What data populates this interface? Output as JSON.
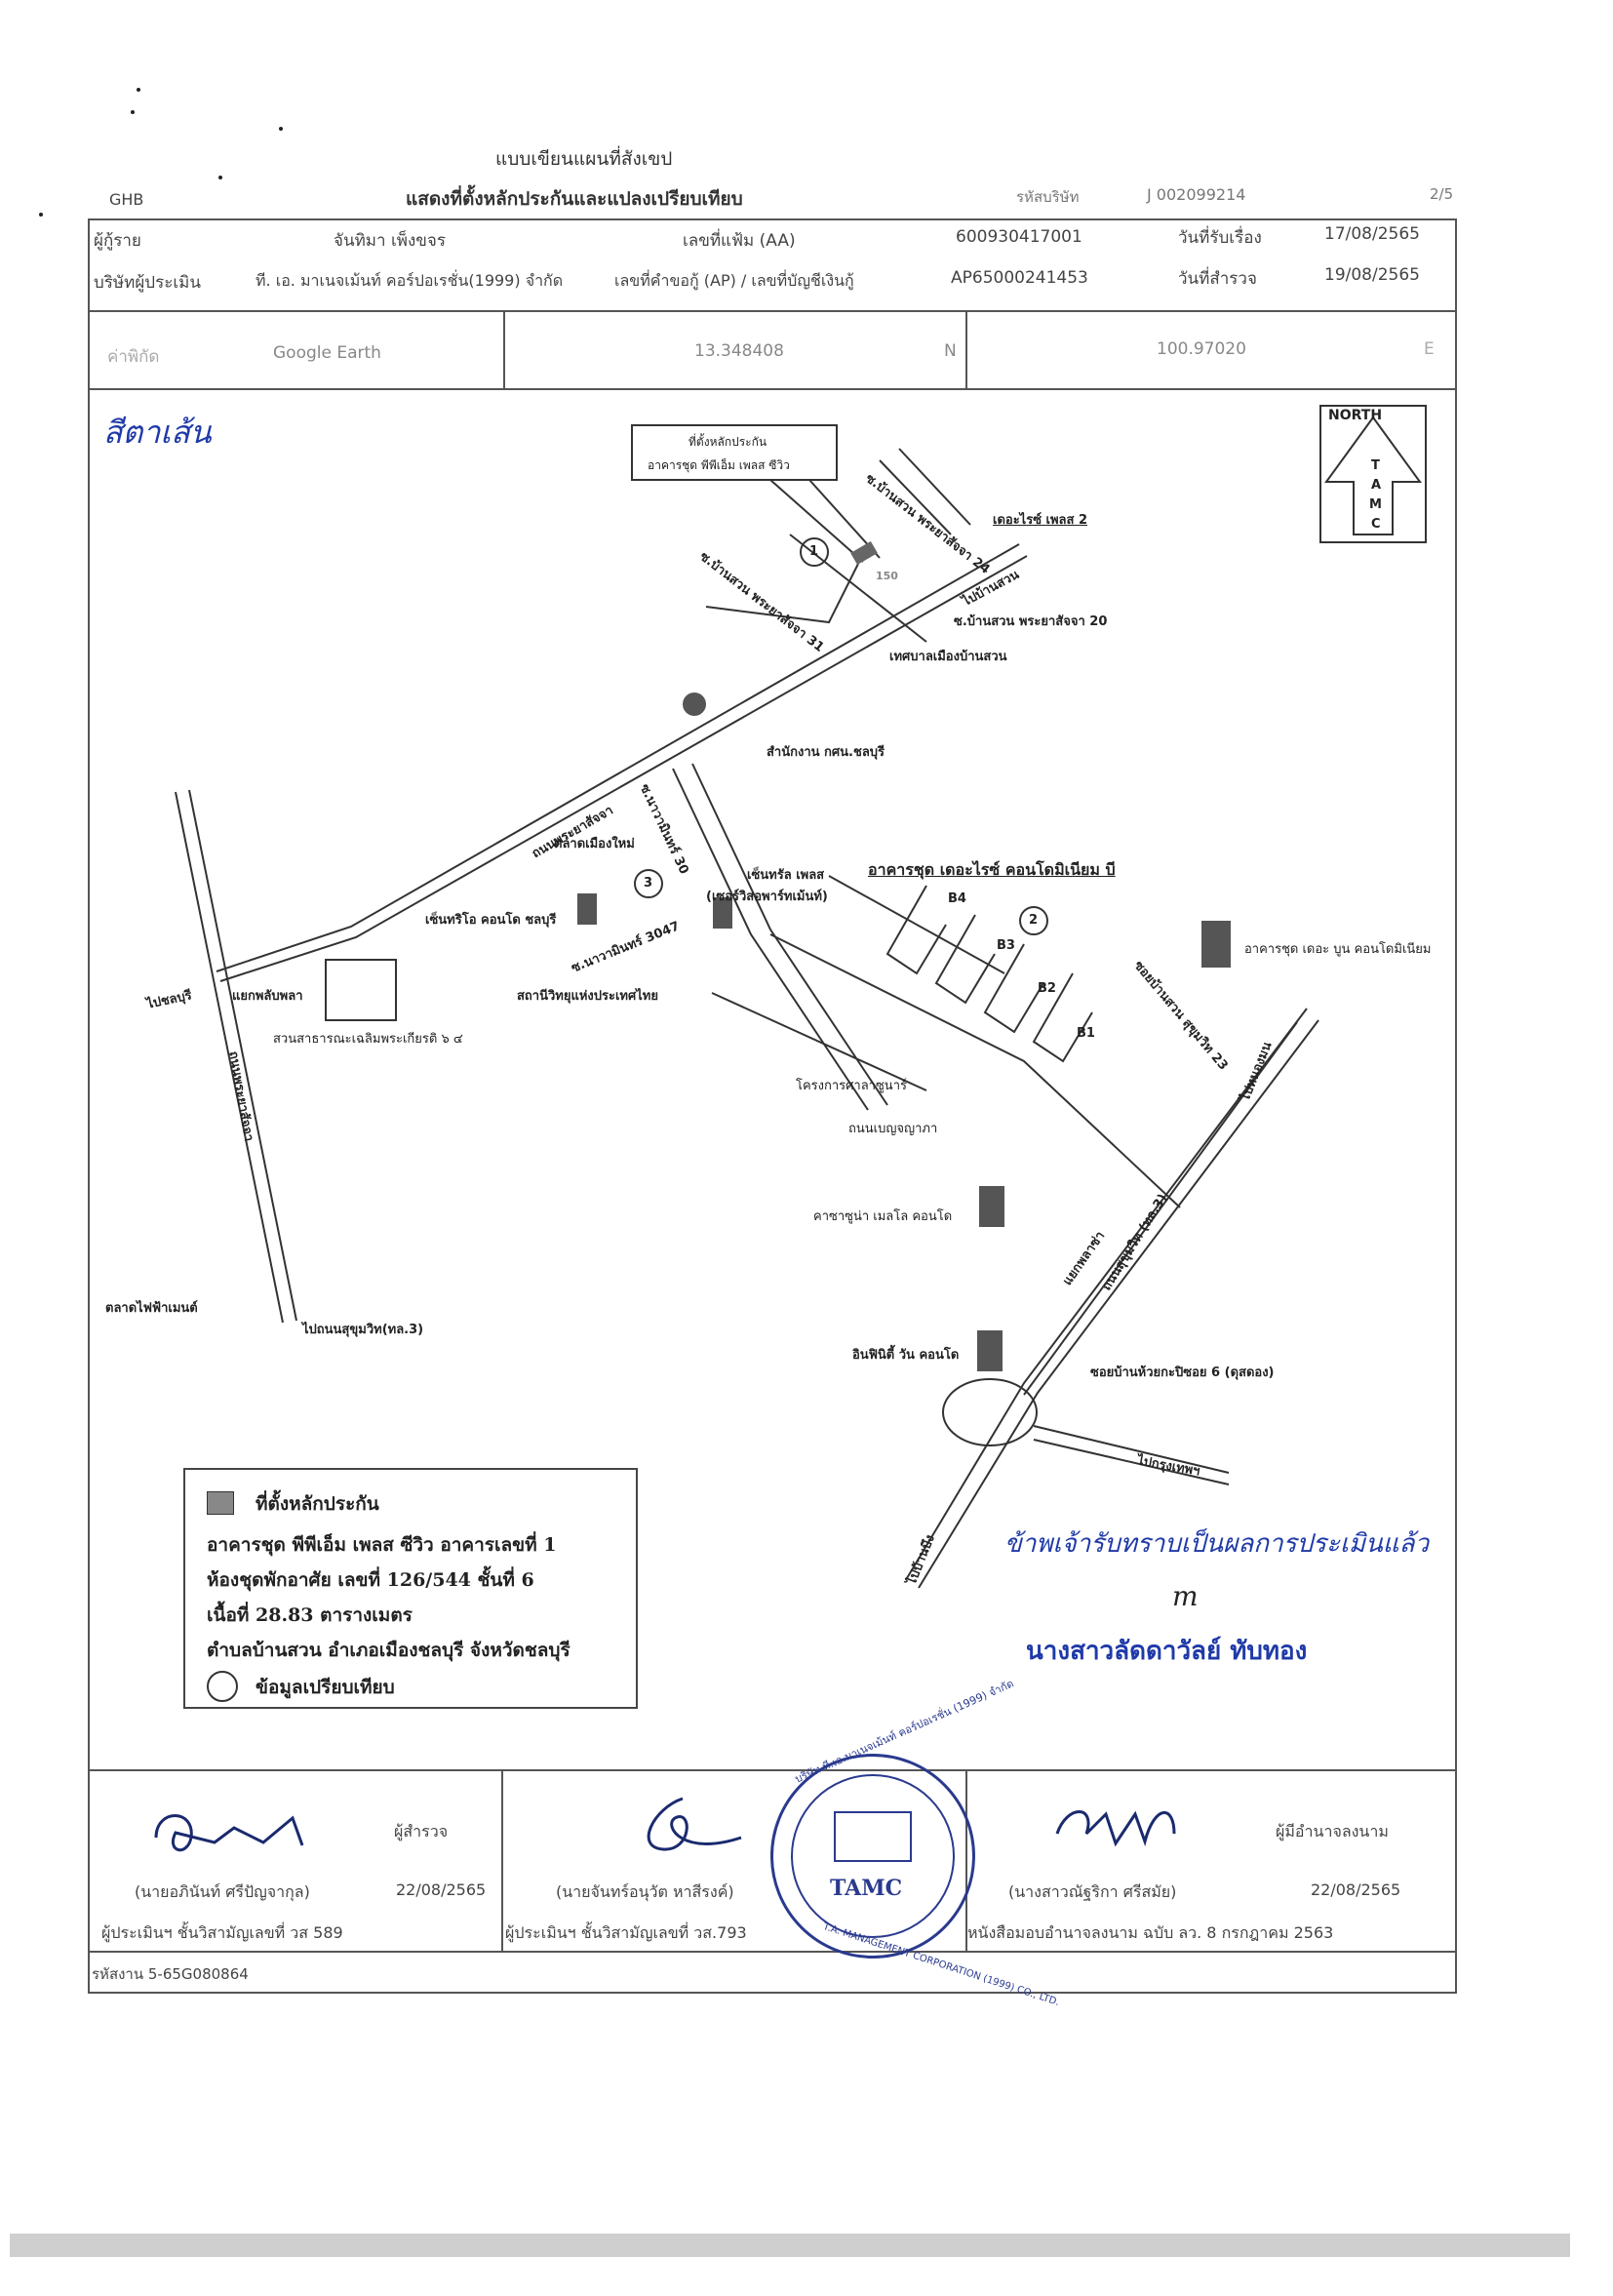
{
  "header": {
    "form_title": "แบบเขียนแผนที่สังเขป",
    "subtitle": "แสดงที่ตั้งหลักประกันและแปลงเปรียบเทียบ",
    "bank": "GHB",
    "code_label": "รหัสบริษัท",
    "code_value": "J 002099214",
    "page": "2/5"
  },
  "info": {
    "applicant_label": "ผู้กู้ราย",
    "applicant_value": "จันทิมา เพ็งขจร",
    "file_label": "เลขที่แฟ้ม (AA)",
    "file_value": "600930417001",
    "received_label": "วันที่รับเรื่อง",
    "received_value": "17/08/2565",
    "company_label": "บริษัทผู้ประเมิน",
    "company_value": "ที. เอ. มาเนจเม้นท์ คอร์ปอเรชั่น(1999) จำกัด",
    "ap_label": "เลขที่คำขอกู้ (AP) / เลขที่บัญชีเงินกู้",
    "ap_value": "AP65000241453",
    "survey_label": "วันที่สำรวจ",
    "survey_value": "19/08/2565"
  },
  "coords": {
    "source_label": "ค่าพิกัด",
    "source_value": "Google Earth",
    "lat": "13.348408",
    "lat_unit": "N",
    "lon": "100.97020",
    "lon_unit": "E"
  },
  "map": {
    "handwritten_note": "สีตาเส้น",
    "north_label": "NORTH",
    "north_letters": [
      "T",
      "A",
      "M",
      "C"
    ],
    "callout": [
      "ที่ตั้งหลักประกัน",
      "อาคารชุด พีพีเอ็ม เพลส ซีวิว"
    ],
    "labels": {
      "soi_baansuan_24": "ซ.บ้านสวน พระยาสัจจา 24",
      "the_rise_place2": "เดอะไรซ์ เพลส 2",
      "to_ban_suan": "ไปบ้านสวน",
      "soi_baansuan_31": "ซ.บ้านสวน พระยาสัจจา 31",
      "soi_baansuan_20": "ซ.บ้านสวน พระยาสัจจา 20",
      "tessaban": "เทศบาลเมืองบ้านสวน",
      "office": "สำนักงาน กศน.ชลบุรี",
      "road_phraya": "ถนนพระยาสัจจา",
      "soi_30": "ซ.นาวามินทร์ 30",
      "market": "ตลาดเมืองใหม่",
      "central": "เซ็นทรัล เพลส",
      "serviced": "(เซอร์วิสอพาร์ทเม้นท์)",
      "condo_title": "อาคารชุด เดอะไรซ์ คอนโดมิเนียม บี",
      "centrio": "เซ็นทริโอ คอนโด ชลบุรี",
      "soi_nawamin": "ซ.นาวามินทร์ 3047",
      "radio": "สถานีวิทยุแห่งประเทศไทย",
      "to_sriracha": "ไปชลบุรี",
      "yak": "แยกพลับพลา",
      "park": "สวนสาธารณะเฉลิมพระเกียรติ ๖ ๔",
      "road_prayasatcha": "ถนนพระยาสัจจา",
      "project": "โครงการศาลาซูนาร์",
      "soi_sukhumvit": "ซอยบ้านสวน สุขุมวิท 23",
      "condo_right": "อาคารชุด เดอะ บูน คอนโดมิเนียม",
      "to_nongmon": "ไปหนองมน",
      "road_benjarat": "ถนนเบญจญาภา",
      "kasa": "คาซาซูน่า เมลโล คอนโด",
      "plaza": "แยกพลาซ่า",
      "sukhumvit": "ถนนสุขุมวิท (ทล.3)",
      "market2": "ตลาดไฟฟ้าเมนต์",
      "to_sukhumvit": "ไปถนนสุขุมวิท(ทล.3)",
      "infinity": "อินฟินิตี้ วัน คอนโด",
      "soi6": "ซอยบ้านห้วยกะปิซอย 6 (ดุสดอง)",
      "to_bangkok": "ไปกรุงเทพฯ",
      "to_banbung": "ไปบ้านบึง",
      "b1": "B1",
      "b2": "B2",
      "b3": "B3",
      "b4": "B4",
      "n1": "1",
      "n2": "2",
      "n3": "3",
      "m150": "150"
    },
    "signature_note": "ข้าพเจ้ารับทราบเป็นผลการประเมินแล้ว",
    "signature_mark": "m",
    "signer_name": "นางสาวลัดดาวัลย์ ทับทอง"
  },
  "legend": {
    "collateral": "ที่ตั้งหลักประกัน",
    "line1": "อาคารชุด พีพีเอ็ม เพลส ซีวิว อาคารเลขที่ 1",
    "line2": "ห้องชุดพักอาศัย เลขที่ 126/544 ชั้นที่ 6",
    "line3": "เนื้อที่ 28.83 ตารางเมตร",
    "line4": "ตำบลบ้านสวน อำเภอเมืองชลบุรี จังหวัดชลบุรี",
    "compare": "ข้อมูลเปรียบเทียบ"
  },
  "signatures": {
    "s1_name": "(นายอภินันท์ ศรีปัญจากุล)",
    "s1_role": "ผู้สำรวจ",
    "s1_date": "22/08/2565",
    "s1_license": "ผู้ประเมินฯ ชั้นวิสามัญเลขที่ วส 589",
    "s2_name": "(นายจันทร์อนุวัต หาสีรงค์)",
    "s2_license": "ผู้ประเมินฯ ชั้นวิสามัญเลขที่ วส.793",
    "s3_name": "(นางสาวณัฐริกา ศรีสมัย)",
    "s3_role": "ผู้มีอำนาจลงนาม",
    "s3_date": "22/08/2565",
    "s3_license": "หนังสือมอบอำนาจลงนาม ฉบับ ลว. 8 กรกฎาคม 2563",
    "stamp_top": "บริษัท ที.เอ.มาเนจเม้นท์ คอร์ปอเรชั่น (1999) จำกัด",
    "stamp_center": "TAMC",
    "stamp_bottom": "T.A. MANAGEMENT CORPORATION (1999) CO., LTD.",
    "job_code": "รหัสงาน 5-65G080864"
  }
}
